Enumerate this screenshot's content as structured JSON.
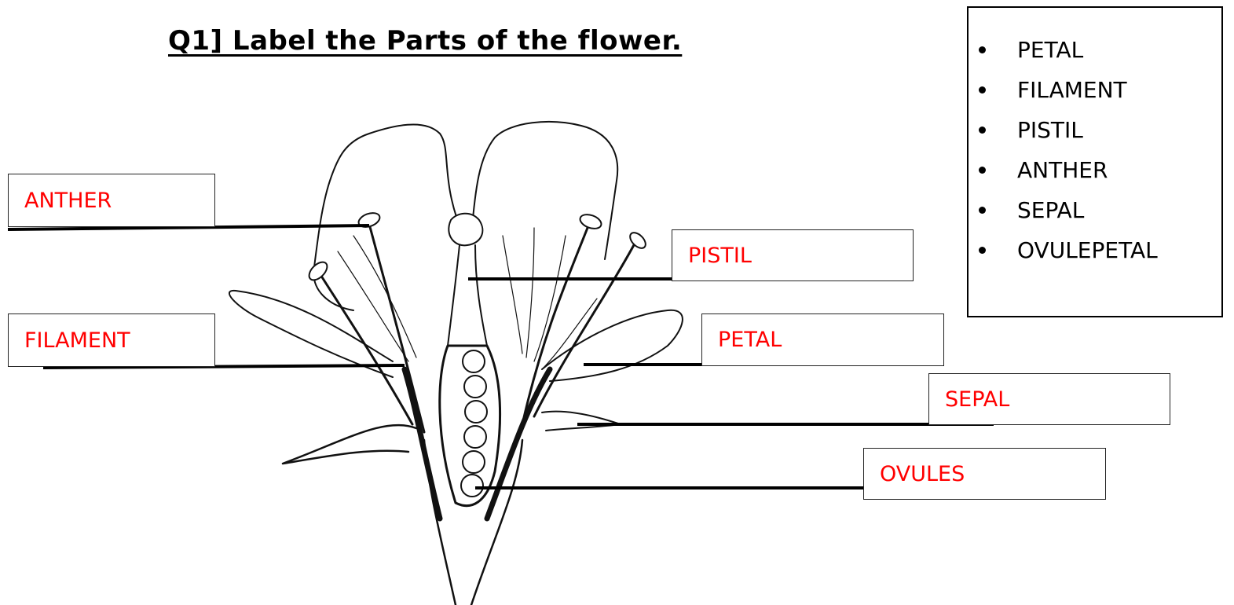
{
  "title": "Q1] Label the Parts of the flower.",
  "word_bank": [
    "PETAL",
    "FILAMENT",
    "PISTIL",
    "ANTHER",
    "SEPAL",
    "OVULEPETAL"
  ],
  "labels": {
    "anther": "ANTHER",
    "filament": "FILAMENT",
    "pistil": "PISTIL",
    "petal": "PETAL",
    "sepal": "SEPAL",
    "ovules": "OVULES"
  },
  "colors": {
    "answer_text": "#ff0000",
    "lines": "#000000"
  }
}
